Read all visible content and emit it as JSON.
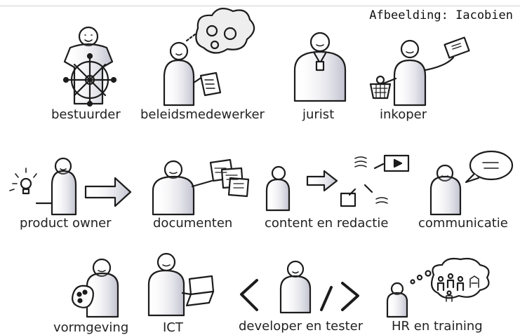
{
  "credit": "Afbeelding: Iacobien",
  "roles": [
    {
      "label": "bestuurder"
    },
    {
      "label": "beleidsmedewerker"
    },
    {
      "label": "jurist"
    },
    {
      "label": "inkoper"
    },
    {
      "label": "product owner"
    },
    {
      "label": "documenten"
    },
    {
      "label": "content en redactie"
    },
    {
      "label": "communicatie"
    },
    {
      "label": "vormgeving"
    },
    {
      "label": "ICT"
    },
    {
      "label": "developer en tester"
    },
    {
      "label": "HR en training"
    }
  ]
}
